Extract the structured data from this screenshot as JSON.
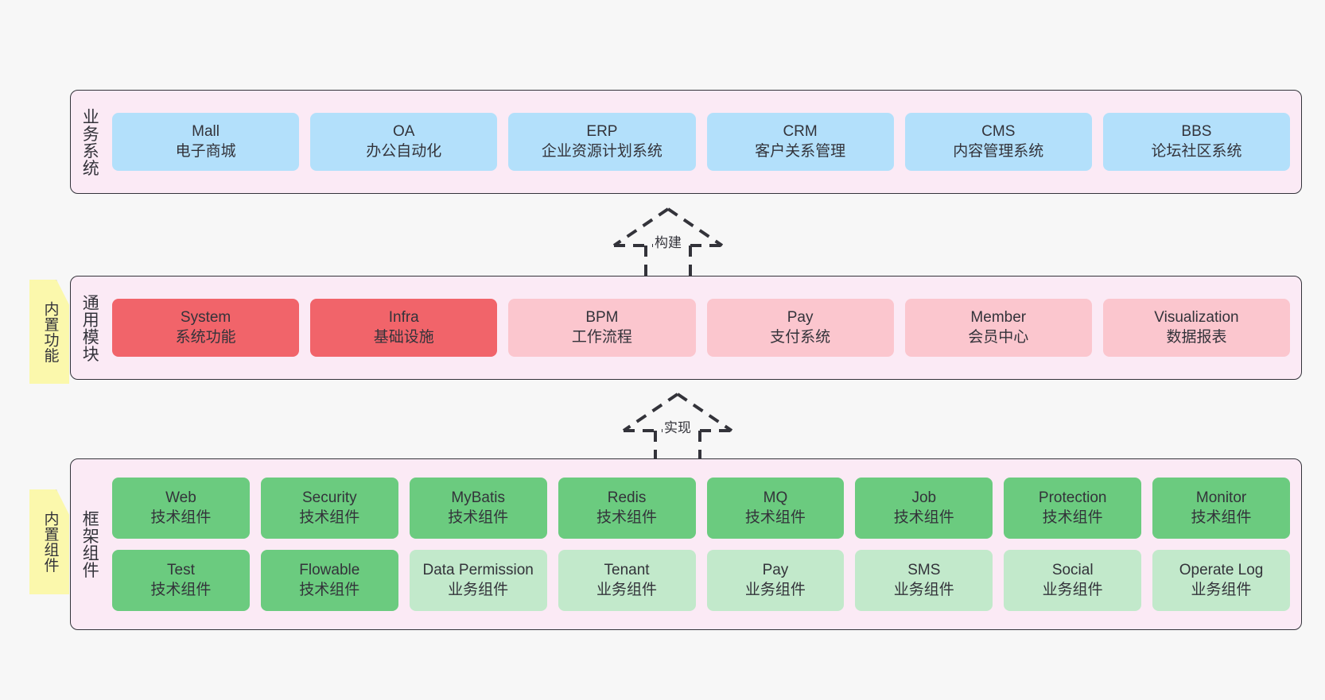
{
  "diagram": {
    "background_color": "#f7f7f7",
    "layer_fill": "#fbeaf5",
    "note_fill": "#fbf8ac",
    "colors": {
      "business": "#b3e0fb",
      "module_core": "#f1646a",
      "module_optional": "#fbc6ce",
      "component_tech": "#6bcb7f",
      "component_business": "#c2e9cb",
      "stroke": "#33333a"
    }
  },
  "layers": [
    {
      "id": "business-system",
      "title": "业务系统",
      "rows": [
        {
          "cards": [
            {
              "en": "Mall",
              "cn": "电子商城",
              "style": "c-blue"
            },
            {
              "en": "OA",
              "cn": "办公自动化",
              "style": "c-blue"
            },
            {
              "en": "ERP",
              "cn": "企业资源计划系统",
              "style": "c-blue"
            },
            {
              "en": "CRM",
              "cn": "客户关系管理",
              "style": "c-blue"
            },
            {
              "en": "CMS",
              "cn": "内容管理系统",
              "style": "c-blue"
            },
            {
              "en": "BBS",
              "cn": "论坛社区系统",
              "style": "c-blue"
            }
          ]
        }
      ]
    },
    {
      "id": "common-module",
      "title": "通用模块",
      "rows": [
        {
          "cards": [
            {
              "en": "System",
              "cn": "系统功能",
              "style": "c-red"
            },
            {
              "en": "Infra",
              "cn": "基础设施",
              "style": "c-red"
            },
            {
              "en": "BPM",
              "cn": "工作流程",
              "style": "c-pink"
            },
            {
              "en": "Pay",
              "cn": "支付系统",
              "style": "c-pink"
            },
            {
              "en": "Member",
              "cn": "会员中心",
              "style": "c-pink"
            },
            {
              "en": "Visualization",
              "cn": "数据报表",
              "style": "c-pink"
            }
          ]
        }
      ]
    },
    {
      "id": "framework-component",
      "title": "框架组件",
      "rows": [
        {
          "cards": [
            {
              "en": "Web",
              "cn": "技术组件",
              "style": "c-green"
            },
            {
              "en": "Security",
              "cn": "技术组件",
              "style": "c-green"
            },
            {
              "en": "MyBatis",
              "cn": "技术组件",
              "style": "c-green"
            },
            {
              "en": "Redis",
              "cn": "技术组件",
              "style": "c-green"
            },
            {
              "en": "MQ",
              "cn": "技术组件",
              "style": "c-green"
            },
            {
              "en": "Job",
              "cn": "技术组件",
              "style": "c-green"
            },
            {
              "en": "Protection",
              "cn": "技术组件",
              "style": "c-green"
            },
            {
              "en": "Monitor",
              "cn": "技术组件",
              "style": "c-green"
            }
          ]
        },
        {
          "cards": [
            {
              "en": "Test",
              "cn": "技术组件",
              "style": "c-green"
            },
            {
              "en": "Flowable",
              "cn": "技术组件",
              "style": "c-green"
            },
            {
              "en": "Data Permission",
              "cn": "业务组件",
              "style": "c-green-light"
            },
            {
              "en": "Tenant",
              "cn": "业务组件",
              "style": "c-green-light"
            },
            {
              "en": "Pay",
              "cn": "业务组件",
              "style": "c-green-light"
            },
            {
              "en": "SMS",
              "cn": "业务组件",
              "style": "c-green-light"
            },
            {
              "en": "Social",
              "cn": "业务组件",
              "style": "c-green-light"
            },
            {
              "en": "Operate Log",
              "cn": "业务组件",
              "style": "c-green-light"
            }
          ]
        }
      ]
    }
  ],
  "notes": [
    {
      "id": "builtin-function",
      "label": "内置功能"
    },
    {
      "id": "builtin-component",
      "label": "内置组件"
    }
  ],
  "arrows": [
    {
      "id": "build",
      "label": "构建",
      "from": "common-module",
      "to": "business-system"
    },
    {
      "id": "realize",
      "label": "实现",
      "from": "framework-component",
      "to": "common-module"
    }
  ]
}
